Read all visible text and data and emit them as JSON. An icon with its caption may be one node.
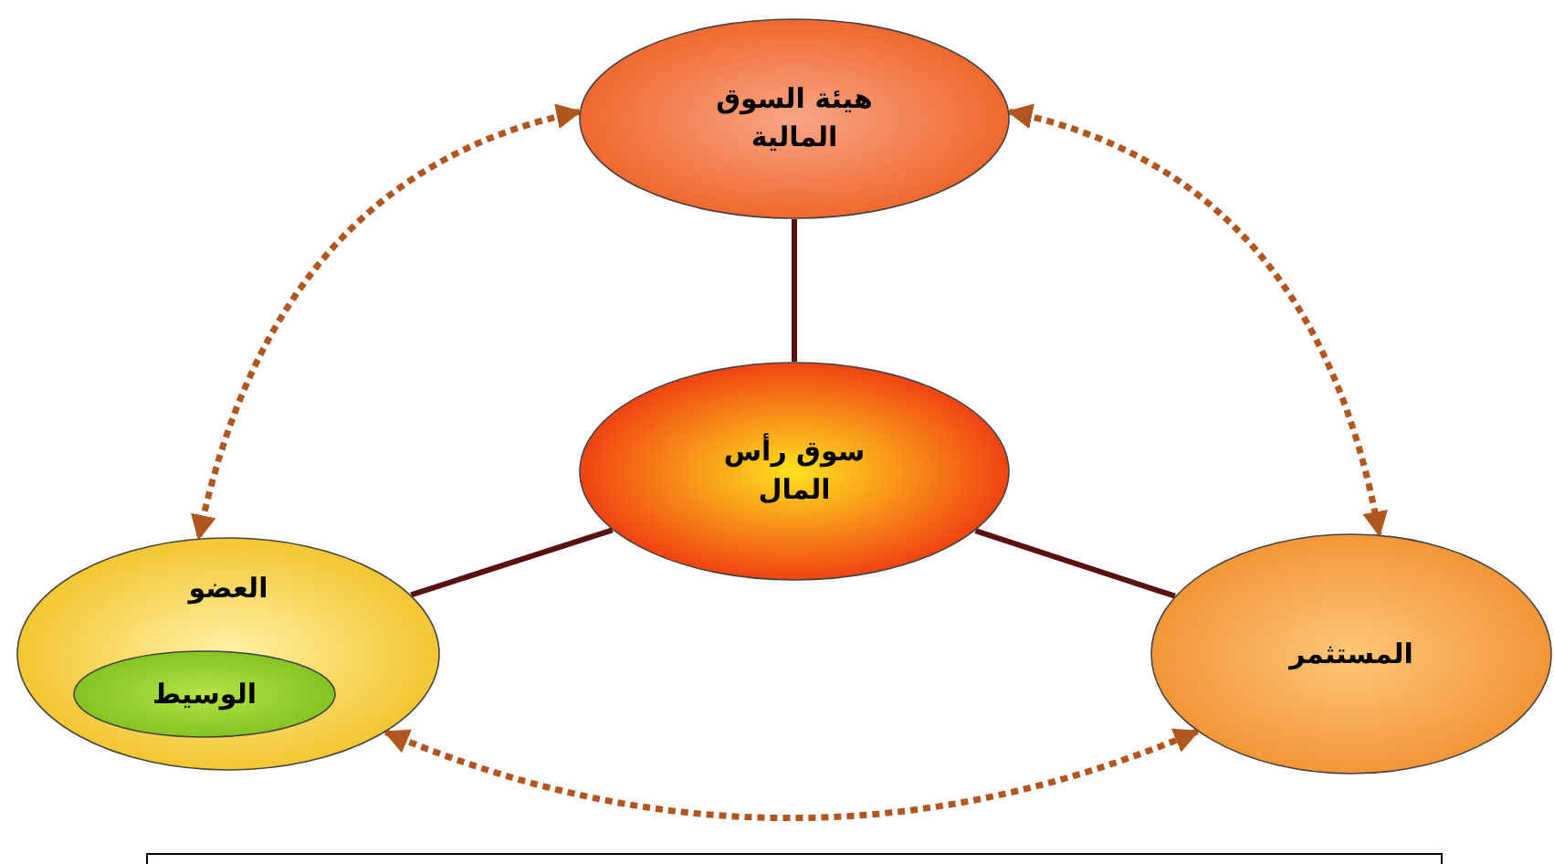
{
  "diagram": {
    "nodes": [
      {
        "text": [
          "هيئة السوق المالية"
        ]
      },
      {
        "text": [
          "سوق رأس المال"
        ]
      },
      {
        "text": [
          "العضو"
        ]
      },
      {
        "text": [
          "الوسيط"
        ],
        "in": 2
      },
      {
        "text": [
          "المستثمر"
        ]
      }
    ],
    "edges": [
      {
        "from": 0,
        "to": 1,
        "arrow": "none"
      },
      {
        "from": 1,
        "to": 2,
        "arrow": "none"
      },
      {
        "from": 1,
        "to": 4,
        "arrow": "none"
      },
      {
        "from": 0,
        "to": 2,
        "arrow": "both",
        "style": "dashed",
        "color": "#b0561e"
      },
      {
        "from": 0,
        "to": 4,
        "arrow": "both",
        "style": "dashed",
        "color": "#b0561e"
      },
      {
        "from": 2,
        "to": 4,
        "arrow": "both",
        "style": "dashed",
        "color": "#b0561e"
      }
    ]
  }
}
